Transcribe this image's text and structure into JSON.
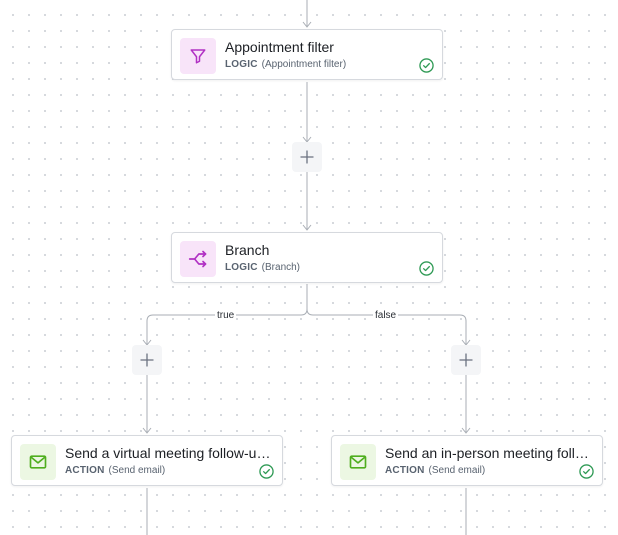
{
  "nodes": {
    "appointment_filter": {
      "title": "Appointment filter",
      "kind": "LOGIC",
      "detail": "(Appointment filter)",
      "icon": "funnel-icon",
      "status": "success"
    },
    "branch": {
      "title": "Branch",
      "kind": "LOGIC",
      "detail": "(Branch)",
      "icon": "branch-icon",
      "status": "success"
    },
    "virtual_email": {
      "title": "Send a virtual meeting follow-up email",
      "kind": "ACTION",
      "detail": "(Send email)",
      "icon": "mail-icon",
      "status": "success"
    },
    "inperson_email": {
      "title": "Send an in-person meeting follow-up email",
      "kind": "ACTION",
      "detail": "(Send email)",
      "icon": "mail-icon",
      "status": "success"
    }
  },
  "branch_labels": {
    "true": "true",
    "false": "false"
  },
  "colors": {
    "logic_icon": "#b131c4",
    "logic_icon_bg": "#f8e4f9",
    "action_icon": "#4fae1e",
    "action_icon_bg": "#ecf7e3",
    "success": "#2f9a55",
    "connector": "#a9aeb5"
  }
}
